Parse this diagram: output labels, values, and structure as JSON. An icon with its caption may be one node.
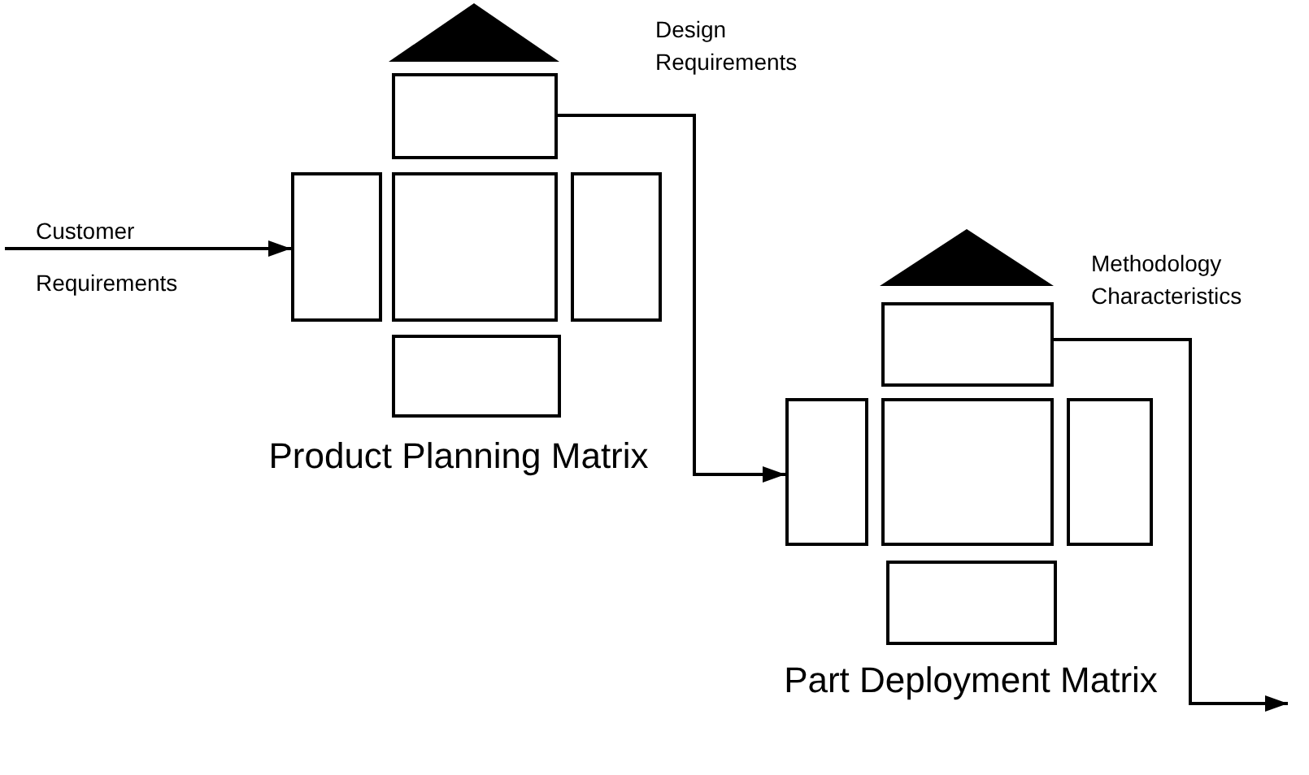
{
  "diagram": {
    "nodes": [
      {
        "text": [],
        "shape": "triangle"
      },
      {
        "text": [],
        "shape": "box"
      },
      {
        "text": [],
        "shape": "box"
      },
      {
        "text": [],
        "shape": "box"
      },
      {
        "text": [],
        "shape": "box"
      },
      {
        "text": [],
        "shape": "box"
      },
      {
        "text": [],
        "shape": "triangle"
      },
      {
        "text": [],
        "shape": "box"
      },
      {
        "text": [],
        "shape": "box"
      },
      {
        "text": [],
        "shape": "box"
      },
      {
        "text": [],
        "shape": "box"
      },
      {
        "text": [],
        "shape": "box"
      }
    ],
    "edges": [
      {
        "from": null,
        "to": 2,
        "arrow": "to",
        "label": "Customer Requirements"
      },
      {
        "from": 1,
        "to": 8,
        "arrow": "to",
        "label": "Design Requirements"
      },
      {
        "from": 7,
        "to": null,
        "arrow": "to",
        "label": "Methodology Characteristics"
      }
    ],
    "labels": [
      "Product Planning Matrix",
      "Part Deployment Matrix"
    ]
  }
}
